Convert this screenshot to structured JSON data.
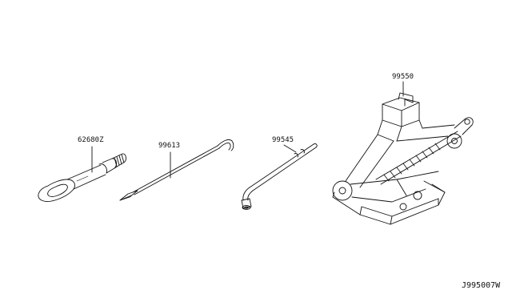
{
  "diagram": {
    "parts": [
      {
        "id": "tow-hook",
        "part_number": "62680Z"
      },
      {
        "id": "jack-handle",
        "part_number": "99613"
      },
      {
        "id": "wheel-wrench",
        "part_number": "99545"
      },
      {
        "id": "scissor-jack",
        "part_number": "99550"
      }
    ],
    "diagram_code": "J995007W",
    "colors": {
      "line": "#111111",
      "background": "#ffffff"
    }
  }
}
